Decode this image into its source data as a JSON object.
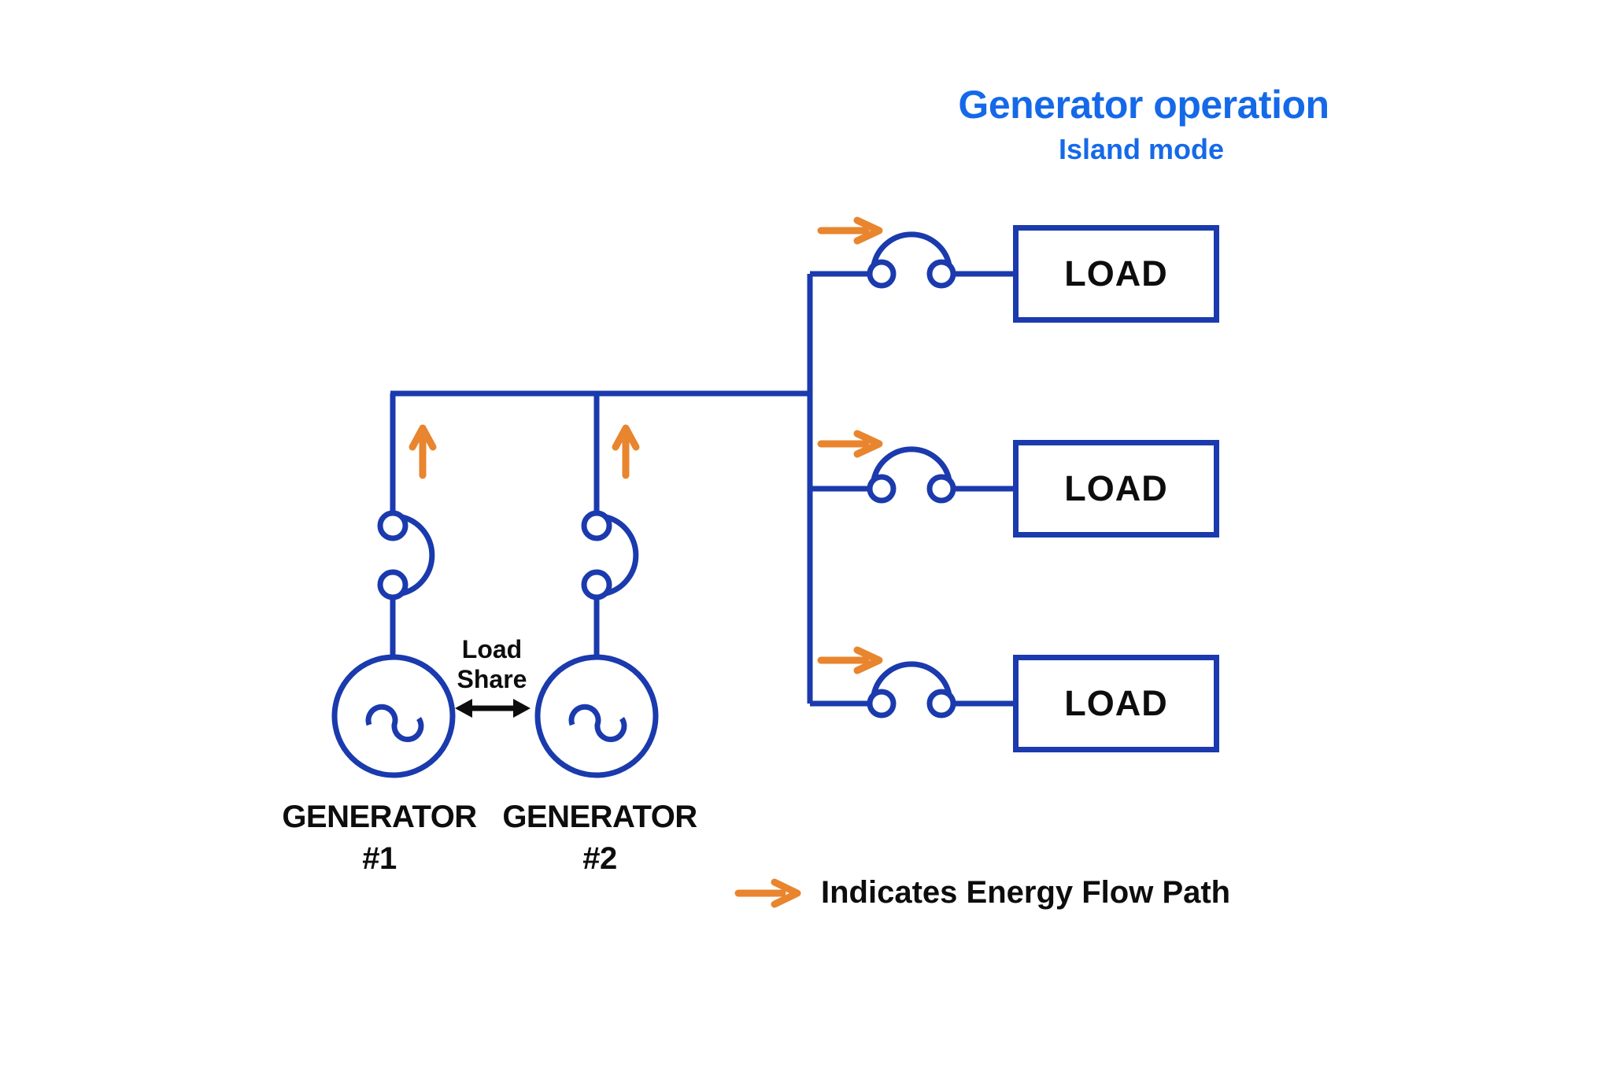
{
  "title": {
    "main": "Generator operation",
    "subtitle": "Island mode"
  },
  "colors": {
    "title_blue": "#1569e8",
    "wire_blue": "#1a3aad",
    "flow_orange": "#e8852e",
    "label_black": "#0d0d0d"
  },
  "generators": [
    {
      "name_line1": "GENERATOR",
      "name_line2": "#1"
    },
    {
      "name_line1": "GENERATOR",
      "name_line2": "#2"
    }
  ],
  "load_share": {
    "line1": "Load",
    "line2": "Share"
  },
  "loads": [
    {
      "label": "LOAD"
    },
    {
      "label": "LOAD"
    },
    {
      "label": "LOAD"
    }
  ],
  "legend": {
    "text": "Indicates Energy Flow Path"
  }
}
